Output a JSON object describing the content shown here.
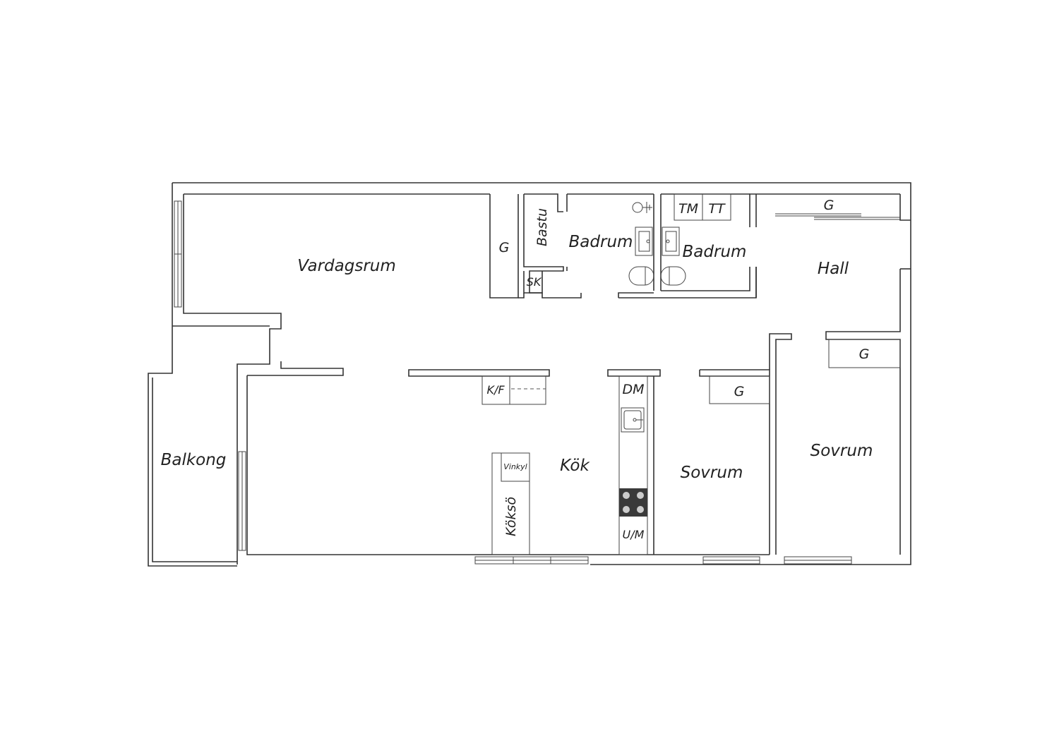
{
  "rooms": {
    "vardagsrum": "Vardagsrum",
    "balkong": "Balkong",
    "bastu": "Bastu",
    "badrum1": "Badrum",
    "badrum2": "Badrum",
    "hall": "Hall",
    "kok": "Kök",
    "sovrum1": "Sovrum",
    "sovrum2": "Sovrum"
  },
  "fixtures": {
    "g_living": "G",
    "g_hall": "G",
    "g_bed1": "G",
    "g_bed2": "G",
    "sk": "SK",
    "tm": "TM",
    "tt": "TT",
    "kf": "K/F",
    "dm": "DM",
    "um": "U/M",
    "vinkyl": "Vinkyl",
    "kokso": "Köksö"
  },
  "colors": {
    "wall": "#333333",
    "background": "#ffffff",
    "stove": "#3a3a3a"
  }
}
